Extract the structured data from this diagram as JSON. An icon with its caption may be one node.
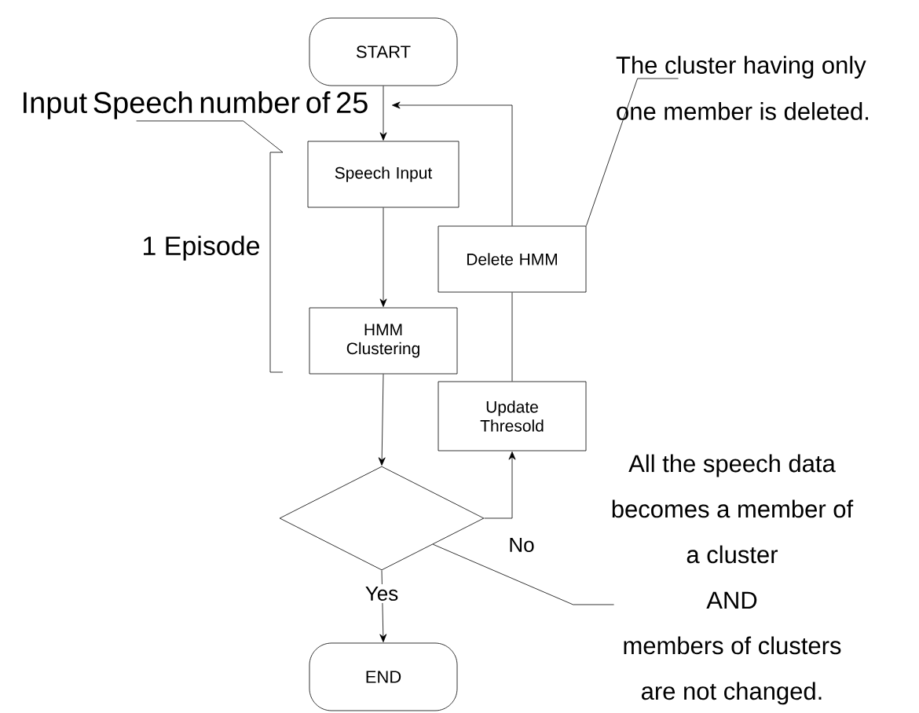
{
  "diagram": {
    "nodes": [
      {
        "text": [
          "START"
        ]
      },
      {
        "text": [
          "Speech Input"
        ]
      },
      {
        "text": [
          "HMM Clustering"
        ]
      },
      {
        "text": [
          "Delete HMM"
        ]
      },
      {
        "text": [
          "Update Thresold"
        ]
      },
      {
        "text": [],
        "shape": "diamond"
      },
      {
        "text": [
          "END"
        ]
      },
      {
        "text": [
          "Input Speech number of 25"
        ]
      },
      {
        "text": [
          "The cluster having only one member is deleted."
        ]
      },
      {
        "text": [
          "All the speech data becomes a member of a cluster",
          "AND",
          "members of clusters are not changed."
        ]
      }
    ],
    "edges": [
      {
        "from": 0,
        "to": 1,
        "arrow": "to"
      },
      {
        "from": 1,
        "to": 2,
        "arrow": "to"
      },
      {
        "from": 2,
        "to": 5,
        "arrow": "to"
      },
      {
        "from": 5,
        "to": 6,
        "label": "Yes",
        "arrow": "to"
      },
      {
        "from": 5,
        "to": 4,
        "label": "No",
        "arrow": "to"
      },
      {
        "from": 4,
        "to": 3,
        "arrow": "none"
      },
      {
        "from": 3,
        "to": 7,
        "arrow": "to"
      },
      {
        "from": 8,
        "to": 3,
        "arrow": "none"
      },
      {
        "from": 9,
        "to": 5,
        "arrow": "none"
      },
      {
        "from": 7,
        "to": null,
        "arrow": "none"
      }
    ],
    "labels": [
      "1 Episode"
    ]
  }
}
